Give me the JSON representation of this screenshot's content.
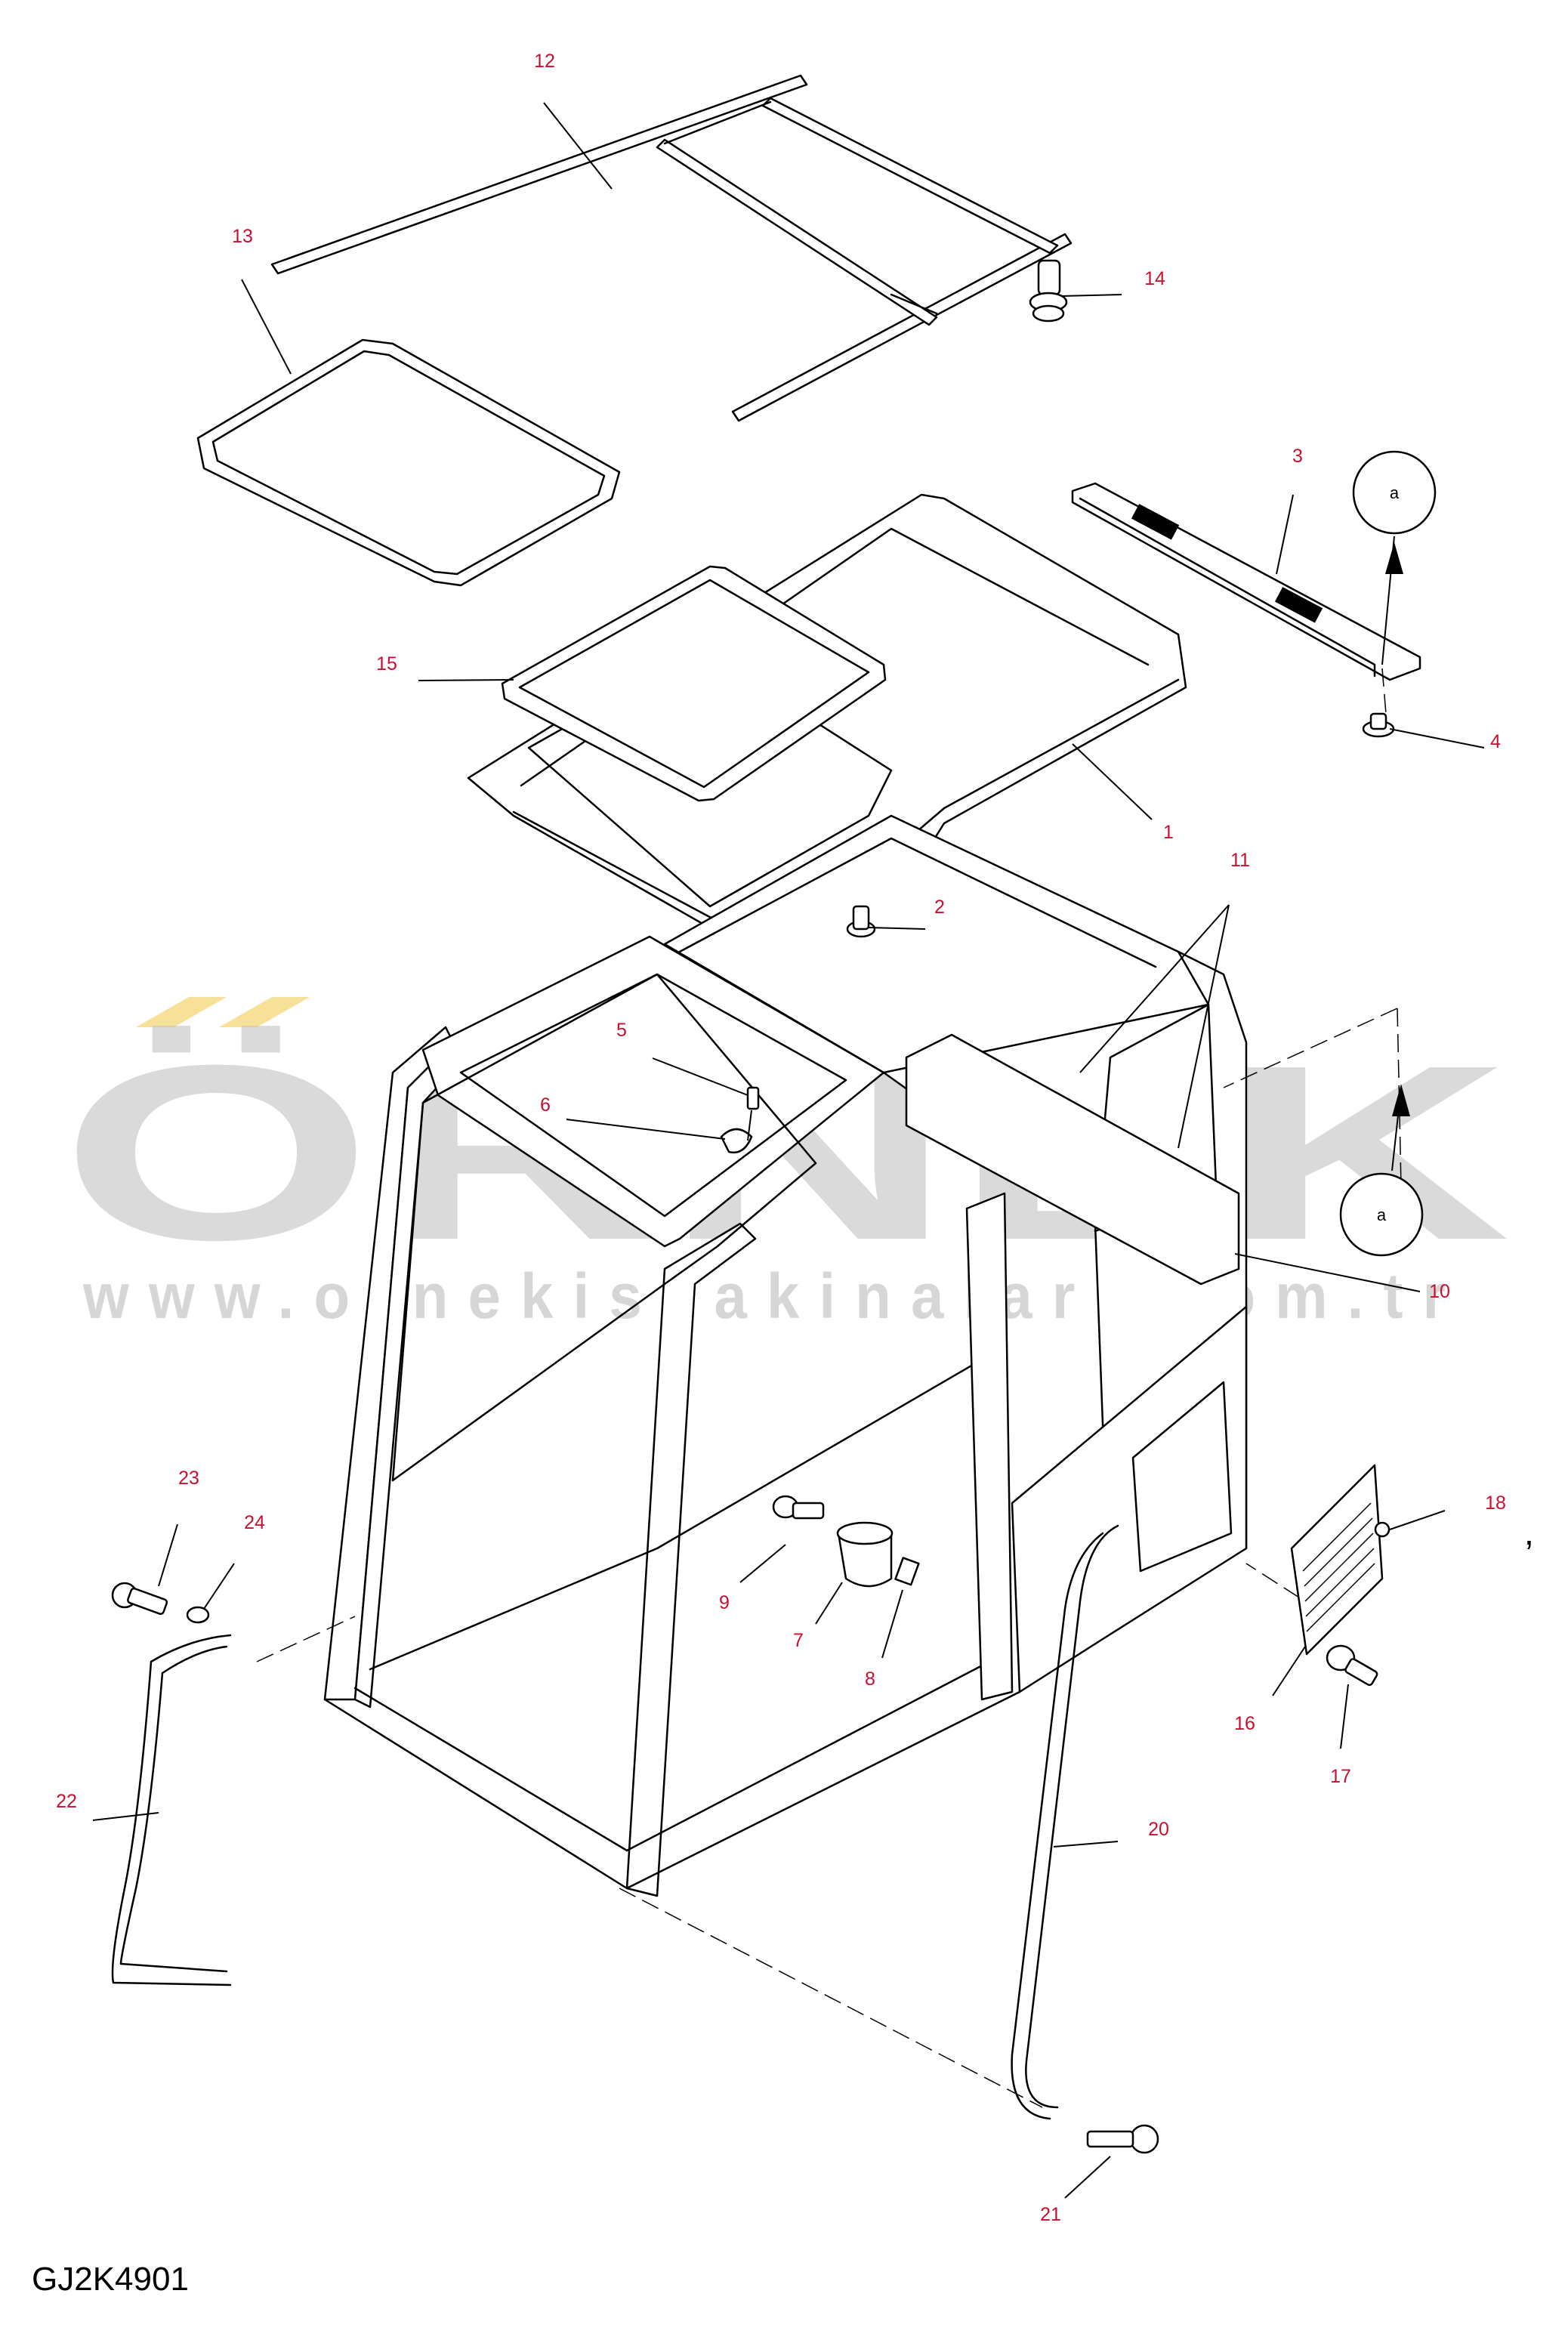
{
  "drawing_id": "GJ2K4901",
  "watermark": {
    "brand": "ÖRNEK",
    "url": "www.ornekisvakinalari.com.tr"
  },
  "callouts": [
    "1",
    "2",
    "3",
    "4",
    "5",
    "6",
    "7",
    "8",
    "9",
    "10",
    "11",
    "12",
    "13",
    "14",
    "15",
    "16",
    "17",
    "18",
    "20",
    "21",
    "22",
    "23",
    "24"
  ],
  "view_refs": [
    "a",
    "a"
  ],
  "stray_mark": ","
}
